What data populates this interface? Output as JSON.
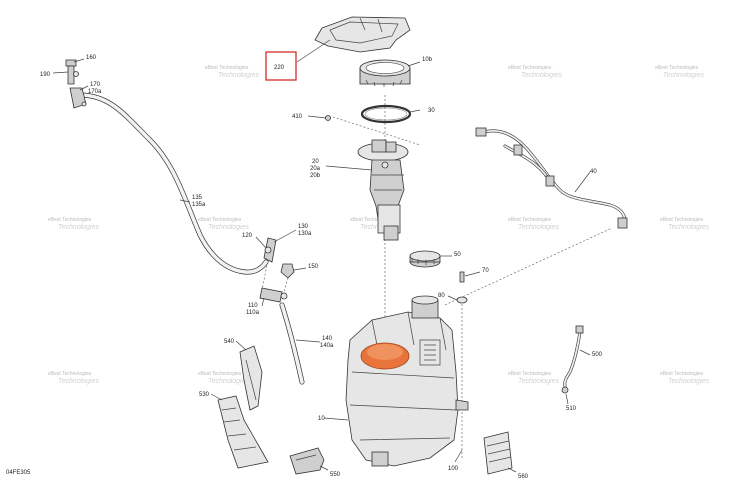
{
  "diagram_code": "04FE305",
  "highlight_color": "#d62b2b",
  "accent_color": "#e8743b",
  "watermark_line1": "eBest Technologies",
  "watermark_line2": "Technologies",
  "callouts": {
    "c220": "220",
    "c10b": "10b",
    "c30": "30",
    "c410": "410",
    "c20": "20",
    "c20a": "20a",
    "c20b": "20b",
    "c40": "40",
    "c160": "160",
    "c190": "190",
    "c170": "170",
    "c170a": "170a",
    "c135": "135",
    "c135a": "135a",
    "c130": "130",
    "c130a": "130a",
    "c120": "120",
    "c150": "150",
    "c50": "50",
    "c70": "70",
    "c80": "80",
    "c110": "110",
    "c110a": "110a",
    "c140": "140",
    "c140a": "140a",
    "c540": "540",
    "c530": "530",
    "c10": "10",
    "c500": "500",
    "c510": "510",
    "c100": "100",
    "c550": "550",
    "c560": "560"
  }
}
